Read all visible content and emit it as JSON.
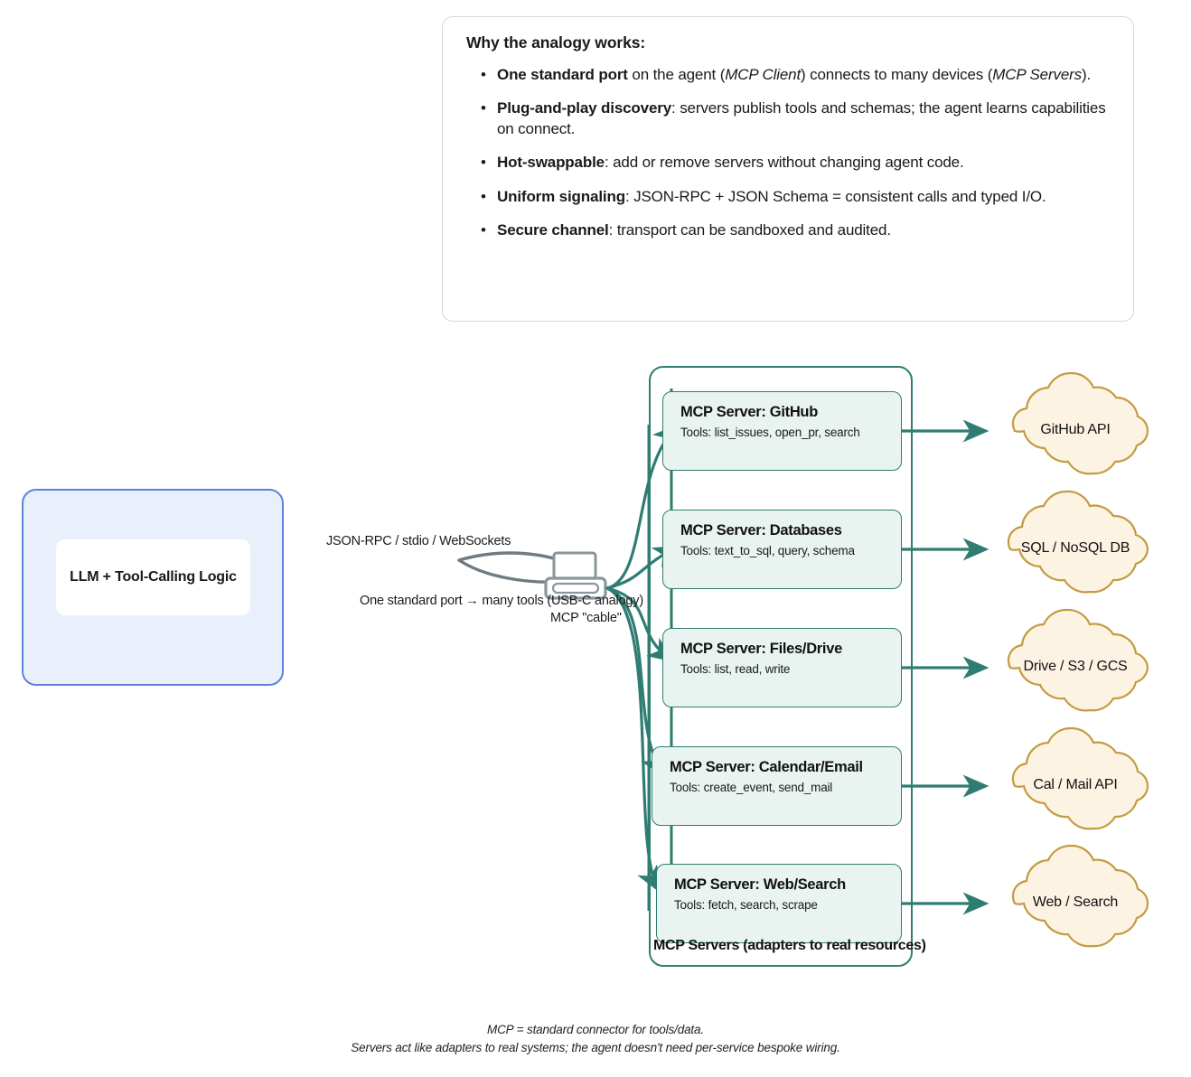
{
  "callout": {
    "heading": "Why the analogy works",
    "heading_suffix": ":",
    "bullet_glyph": "•",
    "items": [
      {
        "lead": "One standard port",
        "rest_a": " on the agent (",
        "em1": "MCP Client",
        "rest_b": ") connects to many devices (",
        "em2": "MCP Servers",
        "rest_c": ")."
      },
      {
        "lead": "Plug-and-play discovery",
        "rest_a": ": servers publish tools and schemas; the agent learns capabilities on connect."
      },
      {
        "lead": "Hot-swappable",
        "rest_a": ": add or remove servers without changing agent code."
      },
      {
        "lead": "Uniform signaling",
        "rest_a": ": JSON-RPC + JSON Schema = consistent calls and typed I/O."
      },
      {
        "lead": "Secure channel",
        "rest_a": ": transport can be sandboxed and audited."
      }
    ]
  },
  "agent": {
    "label": "LLM + Tool-Calling Logic"
  },
  "connector": {
    "protocol_label": "JSON-RPC / stdio / WebSockets",
    "port_label": "One standard port → many tools (USB-C analogy)",
    "cable_label": "MCP \"cable\"",
    "icon": "usb-c-plug-icon"
  },
  "servers_frame": {
    "label": "MCP Servers (adapters to real resources)"
  },
  "servers": [
    {
      "title": "MCP Server: GitHub",
      "tools": "Tools: list_issues, open_pr, search"
    },
    {
      "title": "MCP Server: Databases",
      "tools": "Tools: text_to_sql, query, schema"
    },
    {
      "title": "MCP Server: Files/Drive",
      "tools": "Tools: list, read, write"
    },
    {
      "title": "MCP Server: Calendar/Email",
      "tools": "Tools: create_event, send_mail"
    },
    {
      "title": "MCP Server: Web/Search",
      "tools": "Tools: fetch, search, scrape"
    }
  ],
  "clouds": [
    {
      "label": "GitHub API"
    },
    {
      "label": "SQL / NoSQL DB"
    },
    {
      "label": "Drive / S3 / GCS"
    },
    {
      "label": "Cal / Mail API"
    },
    {
      "label": "Web / Search"
    }
  ],
  "footer": {
    "line1": "MCP = standard connector for tools/data.",
    "line2": "Servers act like adapters to real systems; the agent doesn't need per-service bespoke wiring."
  },
  "colors": {
    "teal": "#2f7d72",
    "server_fill": "#e9f4f0",
    "agent_fill": "#eaf0fb",
    "agent_stroke": "#5b84d6",
    "cloud_fill": "#fdf3e3",
    "cloud_stroke": "#c39b42",
    "cable_gray": "#6f7b80",
    "panel_stroke": "#d6d9dc"
  }
}
